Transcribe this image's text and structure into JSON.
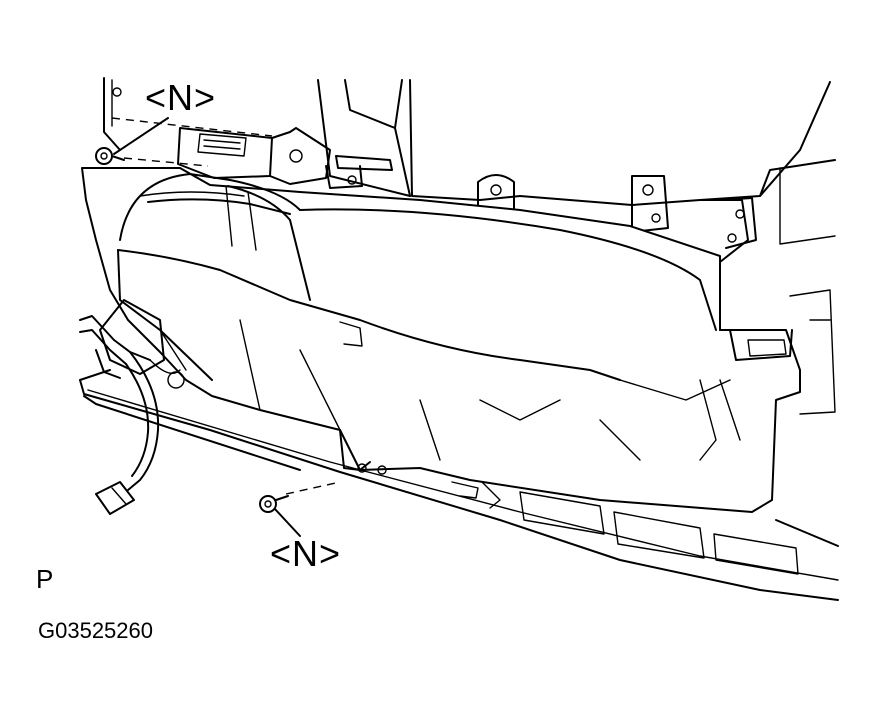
{
  "labels": {
    "nut_top": "<N>",
    "nut_bottom": "<N>",
    "view_letter": "P",
    "figure_code": "G03525260"
  }
}
